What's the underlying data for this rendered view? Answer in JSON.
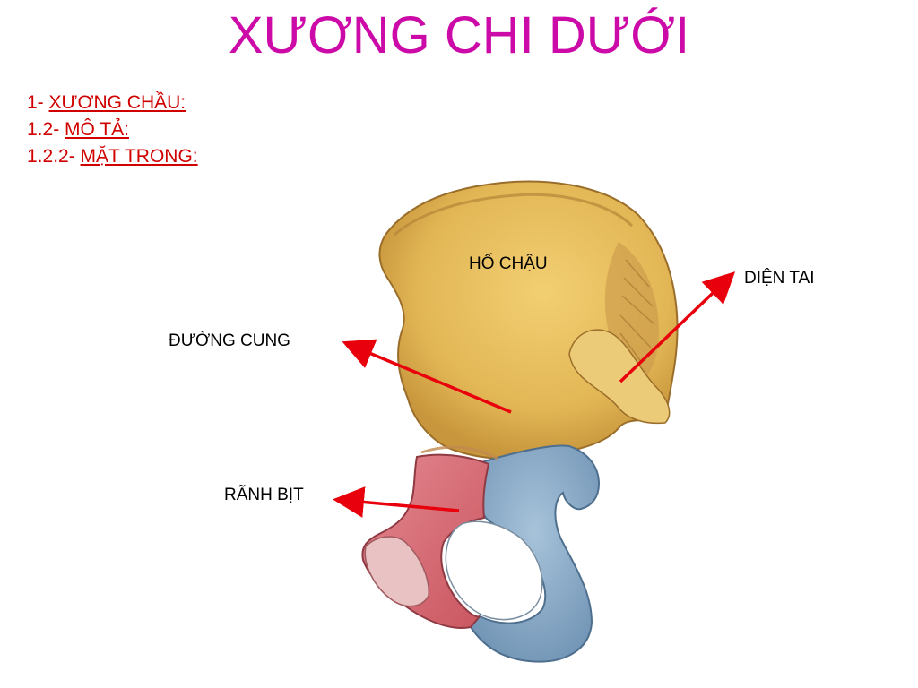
{
  "title": "XƯƠNG CHI DƯỚI",
  "outline": [
    {
      "prefix": "1- ",
      "text": "XƯƠNG CHẦU:"
    },
    {
      "prefix": "1.2- ",
      "text": "MÔ TẢ:"
    },
    {
      "prefix": "1.2.2- ",
      "text": "MẶT TRONG:"
    }
  ],
  "labels": {
    "ho_chau": "HỐ CHẬU",
    "dien_tai": "DIỆN TAI",
    "duong_cung": "ĐƯỜNG CUNG",
    "ranh_bit": "RÃNH BỊT"
  },
  "colors": {
    "title": "#cc0aa8",
    "outline": "#d00000",
    "arrow": "#e8000c",
    "ilium": "#e8c060",
    "pubis": "#8fb0cc",
    "ischium_pink": "#d8707a"
  }
}
